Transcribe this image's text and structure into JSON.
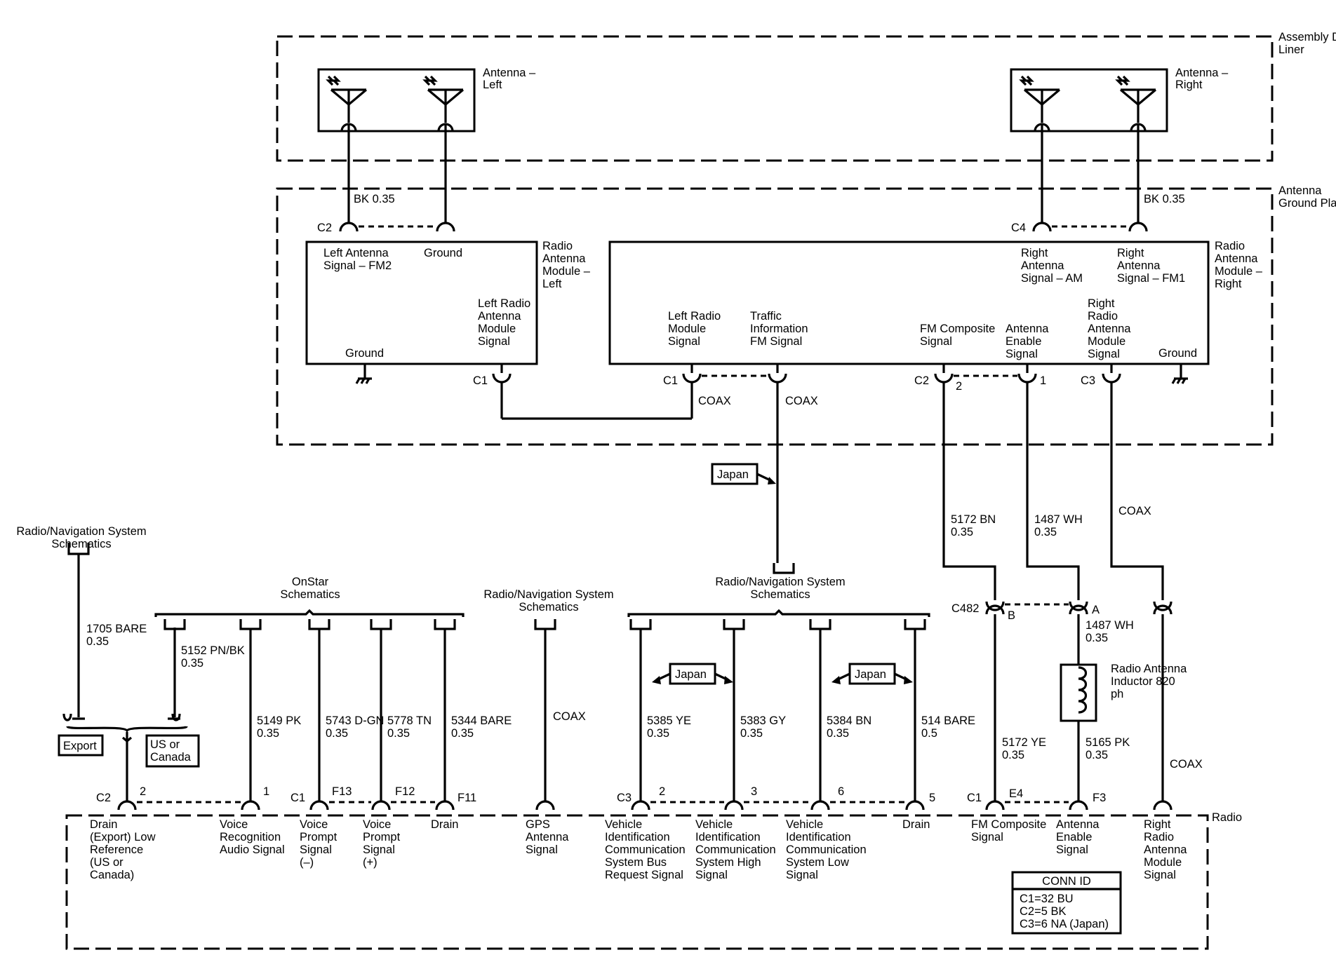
{
  "regions": {
    "decklid": "Assembly Decklid Liner",
    "ground_plane": "Antenna Ground Plane",
    "radio": "Radio"
  },
  "antennas": {
    "left": "Antenna – Left",
    "right": "Antenna – Right"
  },
  "modules": {
    "left": {
      "title": "Radio Antenna Module – Left",
      "pins": {
        "signal_fm2": "Left Antenna Signal – FM2",
        "ground_top": "Ground",
        "ground": "Ground",
        "module_signal": "Left Radio Antenna Module Signal"
      },
      "connectors": {
        "c2": "C2",
        "c1": "C1"
      }
    },
    "right": {
      "title": "Radio Antenna Module – Right",
      "pins": {
        "signal_am": "Right Antenna Signal – AM",
        "signal_fm1": "Right Antenna Signal – FM1",
        "left_module_signal": "Left Radio Module Signal",
        "traffic": "Traffic Information FM Signal",
        "fm_composite": "FM Composite Signal",
        "antenna_enable": "Antenna Enable Signal",
        "right_module_signal": "Right Radio Antenna Module Signal",
        "ground": "Ground"
      },
      "connectors": {
        "c4": "C4",
        "c1": "C1",
        "c2": "C2",
        "c2_pin": "2",
        "c1_pin": "1",
        "c3": "C3"
      }
    }
  },
  "wires": {
    "bk_left": "BK 0.35",
    "bk_right": "BK 0.35",
    "coax": "COAX",
    "w5172_bn": "5172 BN 0.35",
    "w1487_wh_top": "1487 WH 0.35",
    "w1487_wh_bottom": "1487 WH 0.35",
    "w5172_ye": "5172 YE 0.35",
    "w5165_pk": "5165 PK 0.35",
    "w1705": "1705 BARE 0.35",
    "w5152": "5152 PN/BK 0.35",
    "w5149": "5149 PK 0.35",
    "w5743": "5743 D-GN 0.35",
    "w5778": "5778 TN 0.35",
    "w5344": "5344 BARE 0.35",
    "w5385": "5385 YE 0.35",
    "w5383": "5383 GY 0.35",
    "w5384": "5384 BN 0.35",
    "w514": "514 BARE 0.5"
  },
  "inline_connector": {
    "name": "C482",
    "pin_b": "B",
    "pin_a": "A"
  },
  "inductor": "Radio Antenna Inductor 820 ph",
  "references": {
    "radio_nav": "Radio/Navigation System Schematics",
    "onstar": "OnStar Schematics"
  },
  "option_tags": {
    "japan": "Japan",
    "export": "Export",
    "us_canada": "US or Canada"
  },
  "radio_pins": {
    "c2": "C2",
    "p2": "2",
    "p1": "1",
    "c1": "C1",
    "f13": "F13",
    "f12": "F12",
    "f11": "F11",
    "c3": "C3",
    "p2b": "2",
    "p3": "3",
    "p6": "6",
    "p5": "5",
    "c1b": "C1",
    "e4": "E4",
    "f3": "F3"
  },
  "radio_signals": {
    "drain_low_ref": "Drain (Export) Low Reference (US or Canada)",
    "voice_audio": "Voice Recognition Audio Signal",
    "voice_minus": "Voice Prompt Signal (–)",
    "voice_plus": "Voice Prompt Signal (+)",
    "drain": "Drain",
    "gps": "GPS Antenna Signal",
    "vic_bus_req": "Vehicle Identification Communication System Bus Request Signal",
    "vic_high": "Vehicle Identification Communication System High Signal",
    "vic_low": "Vehicle Identification Communication System Low Signal",
    "drain2": "Drain",
    "fm_composite": "FM Composite Signal",
    "antenna_enable": "Antenna Enable Signal",
    "right_module": "Right Radio Antenna Module Signal"
  },
  "conn_id": {
    "title": "CONN ID",
    "entries": [
      "C1=32 BU",
      "C2=5 BK",
      "C3=6 NA (Japan)"
    ]
  }
}
